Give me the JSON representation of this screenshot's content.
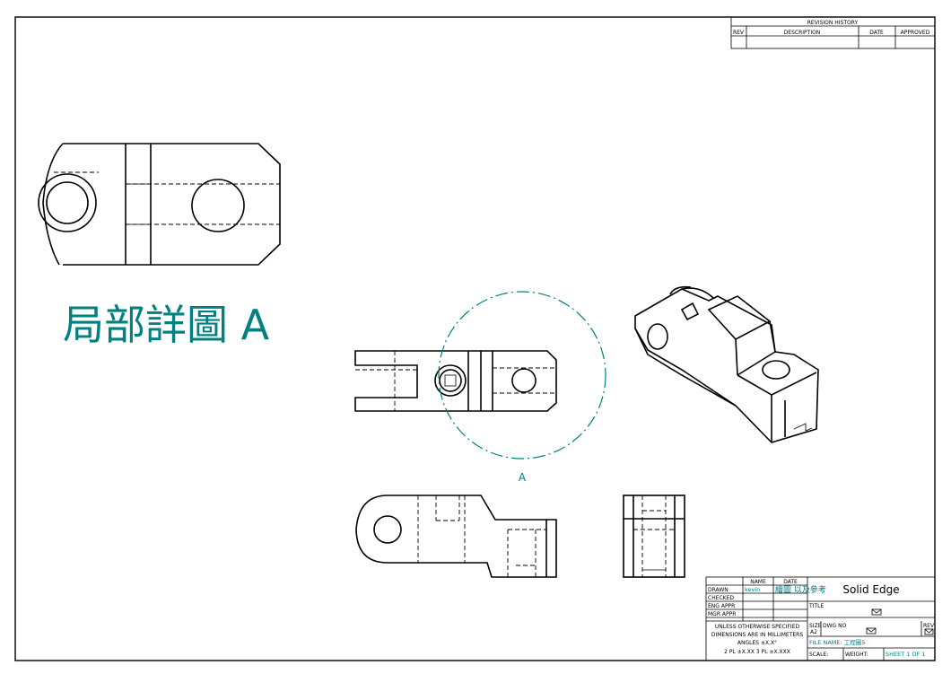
{
  "detail_label": "局部詳圖 A",
  "detail_callout": "A",
  "revision_history": {
    "title": "REVISION HISTORY",
    "headers": [
      "REV",
      "DESCRIPTION",
      "DATE",
      "APPROVED"
    ]
  },
  "title_block": {
    "col_name": "NAME",
    "col_date": "DATE",
    "rows": [
      "DRAWN",
      "CHECKED",
      "ENG APPR",
      "MGR APPR"
    ],
    "drawn_name": "kevin",
    "company_note": "繪圖 以及參考",
    "brand": "Solid Edge",
    "title_label": "TITLE",
    "notes": [
      "UNLESS OTHERWISE SPECIFIED",
      "DIMENSIONS ARE IN MILLIMETERS",
      "ANGLES ±X.X°",
      "2 PL ±X.XX 3 PL ±X.XXX"
    ],
    "size_label": "SIZE",
    "size_value": "A2",
    "dwg_no_label": "DWG NO",
    "rev_label": "REV",
    "file_name": "FILE NAME: 工程圖5",
    "scale_label": "SCALE:",
    "weight_label": "WEIGHT:",
    "sheet_label": "SHEET 1 OF 1"
  },
  "colors": {
    "accent": "#008080",
    "line": "#000000"
  }
}
